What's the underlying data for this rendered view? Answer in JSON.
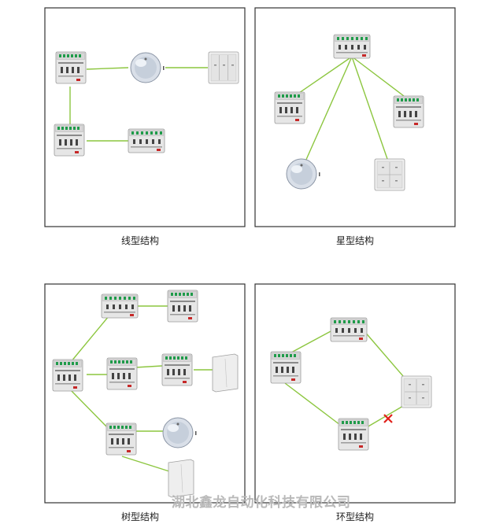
{
  "panels": [
    {
      "caption": "线型结构"
    },
    {
      "caption": "星型结构"
    },
    {
      "caption": "树型结构"
    },
    {
      "caption": "环型结构"
    }
  ],
  "colors": {
    "link": "#8cc63f",
    "frame": "#333333",
    "fault": "#e0201a",
    "device_body": "#e9e9e9",
    "device_terminal": "#1f9b4a",
    "device_label": "#c62828"
  },
  "icons": [
    "din-rail-module-icon",
    "ceiling-sensor-icon",
    "wall-switch-panel-icon",
    "fault-cross-icon"
  ],
  "watermark": "湖北鑫龙自动化科技有限公司"
}
